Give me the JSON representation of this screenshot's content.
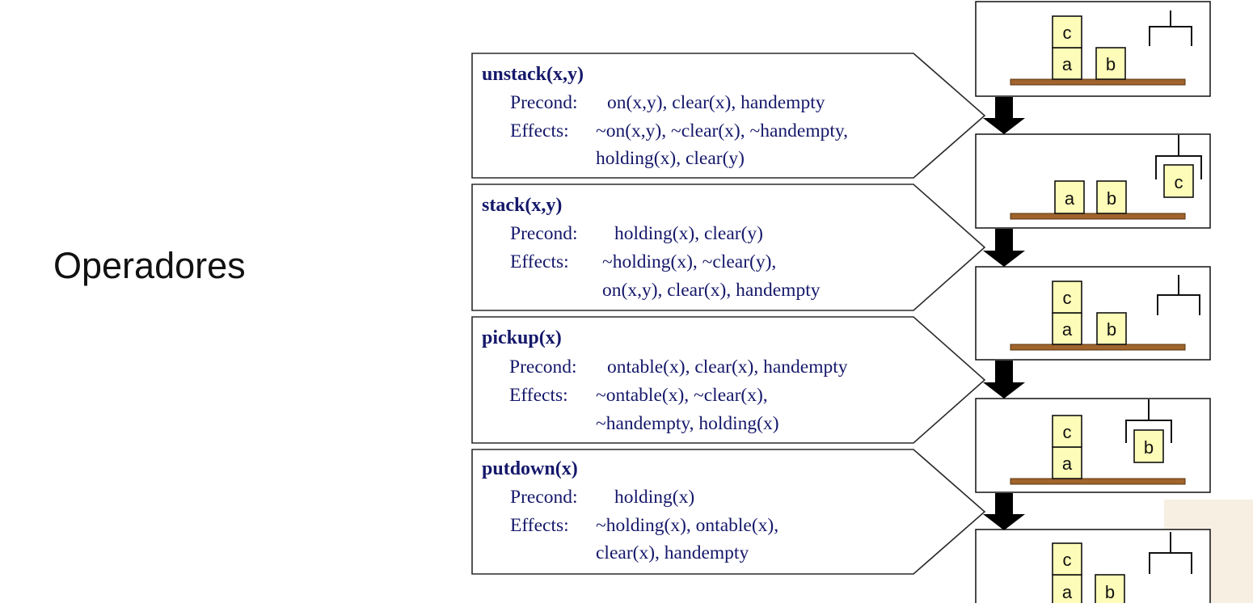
{
  "slide": {
    "title": "Operadores"
  },
  "operators": [
    {
      "name": "unstack",
      "args": "(x,y)",
      "precond_label": "Precond:",
      "precond": "on(x,y), clear(x), handempty",
      "effects_label": "Effects:",
      "effects_line1": "~on(x,y), ~clear(x), ~handempty,",
      "effects_line2": "holding(x), clear(y)"
    },
    {
      "name": "stack",
      "args": "(x,y)",
      "precond_label": "Precond:",
      "precond": "holding(x), clear(y)",
      "effects_label": "Effects:",
      "effects_line1": "~holding(x), ~clear(y),",
      "effects_line2": "on(x,y), clear(x), handempty"
    },
    {
      "name": "pickup",
      "args": "(x)",
      "precond_label": "Precond:",
      "precond": "ontable(x), clear(x), handempty",
      "effects_label": "Effects:",
      "effects_line1": "~ontable(x), ~clear(x),",
      "effects_line2": "~handempty, holding(x)"
    },
    {
      "name": "putdown",
      "args": "(x)",
      "precond_label": "Precond:",
      "precond": "holding(x)",
      "effects_label": "Effects:",
      "effects_line1": "~holding(x), ontable(x),",
      "effects_line2": "clear(x), handempty"
    }
  ],
  "states": [
    {
      "blocks": {
        "a": "a",
        "b": "b",
        "c": "c"
      }
    },
    {
      "blocks": {
        "a": "a",
        "b": "b",
        "c": "c"
      }
    },
    {
      "blocks": {
        "a": "a",
        "b": "b",
        "c": "c"
      }
    },
    {
      "blocks": {
        "a": "a",
        "b": "b",
        "c": "c"
      }
    },
    {
      "blocks": {
        "a": "a",
        "b": "b",
        "c": "c"
      }
    }
  ],
  "colors": {
    "operator_text": "#15186a",
    "block_fill": "#fdfcb8",
    "table": "#a0642c"
  }
}
